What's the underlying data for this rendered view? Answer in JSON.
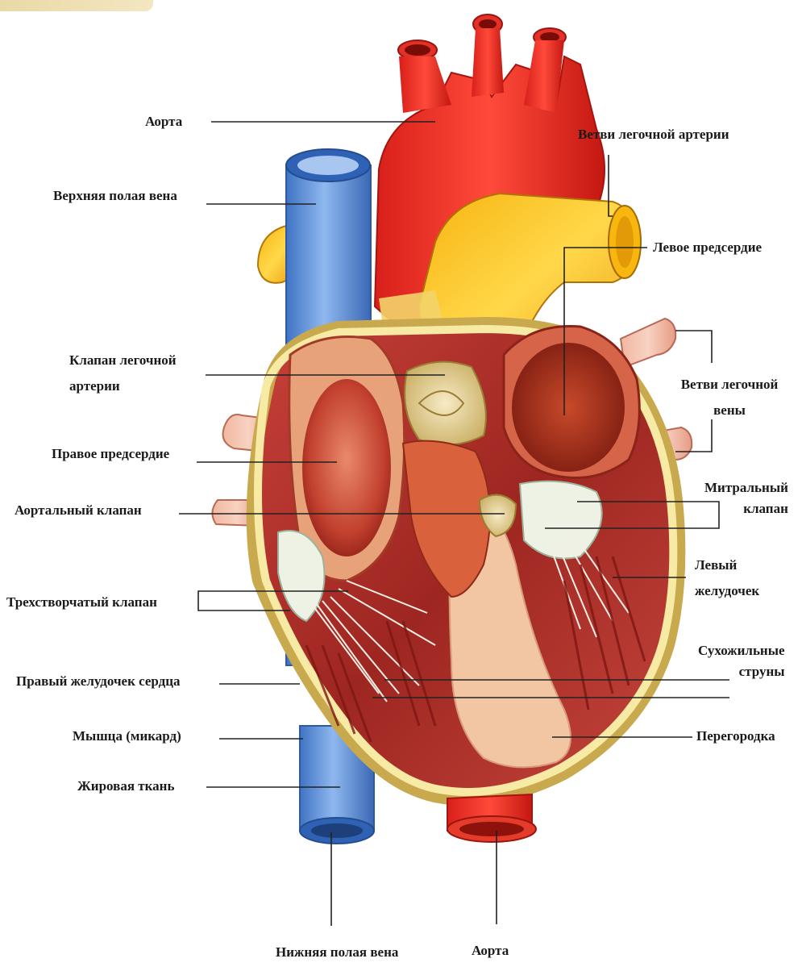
{
  "labels": {
    "aorta_top": "Аорта",
    "pulmonary_artery_branches": "Ветви легочной артерии",
    "superior_vena_cava": "Верхняя полая вена",
    "left_atrium": "Левое предсердие",
    "pulmonary_valve": {
      "line1": "Клапан легочной",
      "line2": "артерии"
    },
    "pulmonary_vein_branches": {
      "line1": "Ветви легочной",
      "line2": "вены"
    },
    "right_atrium": "Правое предсердие",
    "aortic_valve": "Аортальный клапан",
    "mitral_valve": {
      "line1": "Митральный",
      "line2": "клапан"
    },
    "left_ventricle": {
      "line1": "Левый",
      "line2": "желудочек"
    },
    "tricuspid_valve": "Трехстворчатый клапан",
    "chordae_tendineae": {
      "line1": "Сухожильные",
      "line2": "струны"
    },
    "right_ventricle": "Правый желудочек сердца",
    "myocardium": "Мышца (микард)",
    "septum": "Перегородка",
    "fat_tissue": "Жировая ткань",
    "inferior_vena_cava": "Нижняя полая вена",
    "aorta_bottom": "Аорта"
  },
  "colors": {
    "aorta": "#e8312a",
    "vena_cava": "#5b8fd8",
    "pulmonary_artery": "#f5c21c",
    "myocardium": "#b8322e",
    "fat": "#f7eaa5",
    "valve": "#e6d49a",
    "leader_line": "#222222"
  }
}
